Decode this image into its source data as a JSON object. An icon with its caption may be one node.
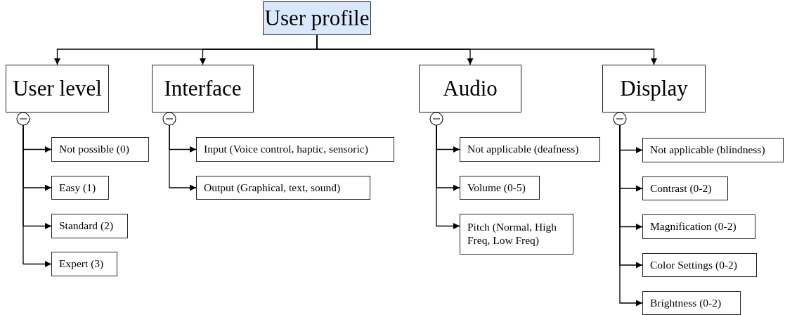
{
  "diagram": {
    "nodes": [
      {
        "text": [
          "User profile"
        ]
      },
      {
        "text": [
          "User level"
        ]
      },
      {
        "text": [
          "Interface"
        ]
      },
      {
        "text": [
          "Audio"
        ]
      },
      {
        "text": [
          "Display"
        ]
      },
      {
        "text": [
          "Not possible (0)"
        ]
      },
      {
        "text": [
          "Easy (1)"
        ]
      },
      {
        "text": [
          "Standard (2)"
        ]
      },
      {
        "text": [
          "Expert (3)"
        ]
      },
      {
        "text": [
          "Input (Voice control, haptic, sensoric)"
        ]
      },
      {
        "text": [
          "Output (Graphical, text, sound)"
        ]
      },
      {
        "text": [
          "Not applicable (deafness)"
        ]
      },
      {
        "text": [
          "Volume (0-5)"
        ]
      },
      {
        "text": [
          "Pitch (Normal, High Freq, Low Freq)"
        ]
      },
      {
        "text": [
          "Not applicable (blindness)"
        ]
      },
      {
        "text": [
          "Contrast (0-2)"
        ]
      },
      {
        "text": [
          "Magnification (0-2)"
        ]
      },
      {
        "text": [
          "Color Settings (0-2)"
        ]
      },
      {
        "text": [
          "Brightness (0-2)"
        ]
      }
    ],
    "edges": [
      {
        "from": 0,
        "to": 1,
        "arrow": "to"
      },
      {
        "from": 0,
        "to": 2,
        "arrow": "to"
      },
      {
        "from": 0,
        "to": 3,
        "arrow": "to"
      },
      {
        "from": 0,
        "to": 4,
        "arrow": "to"
      },
      {
        "from": 1,
        "to": 5,
        "arrow": "to"
      },
      {
        "from": 1,
        "to": 6,
        "arrow": "to"
      },
      {
        "from": 1,
        "to": 7,
        "arrow": "to"
      },
      {
        "from": 1,
        "to": 8,
        "arrow": "to"
      },
      {
        "from": 2,
        "to": 9,
        "arrow": "to"
      },
      {
        "from": 2,
        "to": 10,
        "arrow": "to"
      },
      {
        "from": 3,
        "to": 11,
        "arrow": "to"
      },
      {
        "from": 3,
        "to": 12,
        "arrow": "to"
      },
      {
        "from": 3,
        "to": 13,
        "arrow": "to"
      },
      {
        "from": 4,
        "to": 14,
        "arrow": "to"
      },
      {
        "from": 4,
        "to": 15,
        "arrow": "to"
      },
      {
        "from": 4,
        "to": 16,
        "arrow": "to"
      },
      {
        "from": 4,
        "to": 17,
        "arrow": "to"
      },
      {
        "from": 4,
        "to": 18,
        "arrow": "to"
      }
    ]
  }
}
